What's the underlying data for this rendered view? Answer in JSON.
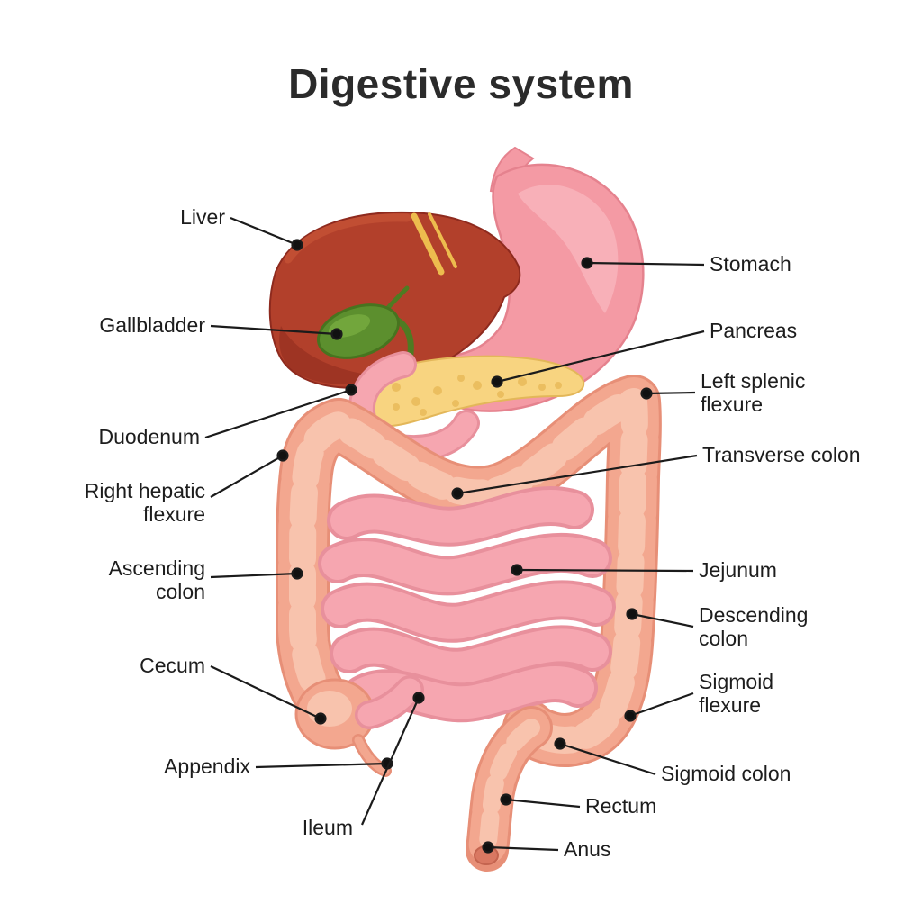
{
  "title": "Digestive system",
  "labels": {
    "liver": "Liver",
    "gallbladder": "Gallbladder",
    "duodenum": "Duodenum",
    "right_hepatic_flexure": "Right hepatic flexure",
    "ascending_colon": "Ascending colon",
    "cecum": "Cecum",
    "appendix": "Appendix",
    "ileum": "Ileum",
    "stomach": "Stomach",
    "pancreas": "Pancreas",
    "left_splenic_flexure": "Left splenic flexure",
    "transverse_colon": "Transverse colon",
    "jejunum": "Jejunum",
    "descending_colon": "Descending colon",
    "sigmoid_flexure": "Sigmoid flexure",
    "sigmoid_colon": "Sigmoid colon",
    "rectum": "Rectum",
    "anus": "Anus"
  },
  "colors": {
    "liver": "#b2402b",
    "liver_highlight": "#c25034",
    "ligament": "#edbc4e",
    "stomach": "#f49aa4",
    "stomach_highlight": "#f8b2ba",
    "gallbladder": "#5c8f2e",
    "bile_duct": "#4e7b22",
    "pancreas": "#f8d480",
    "pancreas_dots": "#ebbe5f",
    "large_intestine": "#f3a78f",
    "large_intestine_outline": "#e78f77",
    "large_intestine_inner": "#f8c3ad",
    "small_intestine": "#f6a6b0",
    "small_intestine_outline": "#e8909c",
    "anus": "#d97862",
    "leader_line": "#1b1b1b",
    "title_text": "#2b2b2b"
  }
}
